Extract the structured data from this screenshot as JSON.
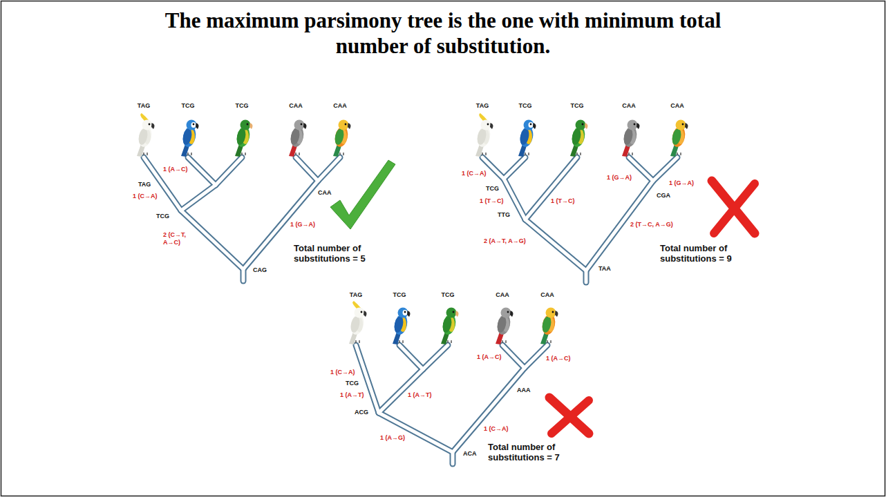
{
  "diagram": {
    "title": "The maximum parsimony tree is the one with minimum total number of substitution.",
    "labels": [
      "TAG",
      "TCG",
      "TCG",
      "CAA",
      "CAA",
      "1 (A→C)",
      "TAG",
      "1 (C→A)",
      "TCG",
      "2 (C→T, A→C)",
      "CAA",
      "1 (G→A)",
      "CAG",
      "Total number of substitutions = 5",
      "TAG",
      "TCG",
      "TCG",
      "CAA",
      "CAA",
      "1 (C→A)",
      "TCG",
      "1 (T→C)",
      "TTG",
      "2 (A→T, A→G)",
      "1 (T→C)",
      "1 (G→A)",
      "1 (G→A)",
      "CGA",
      "2 (T→C, A→G)",
      "TAA",
      "Total number of substitutions = 9",
      "TAG",
      "TCG",
      "TCG",
      "CAA",
      "CAA",
      "1 (C→A)",
      "TCG",
      "1 (A→T)",
      "ACG",
      "1 (A→G)",
      "1 (A→T)",
      "1 (A→C)",
      "1 (A→C)",
      "AAA",
      "1 (C→A)",
      "ACA",
      "Total number of substitutions = 7"
    ]
  }
}
